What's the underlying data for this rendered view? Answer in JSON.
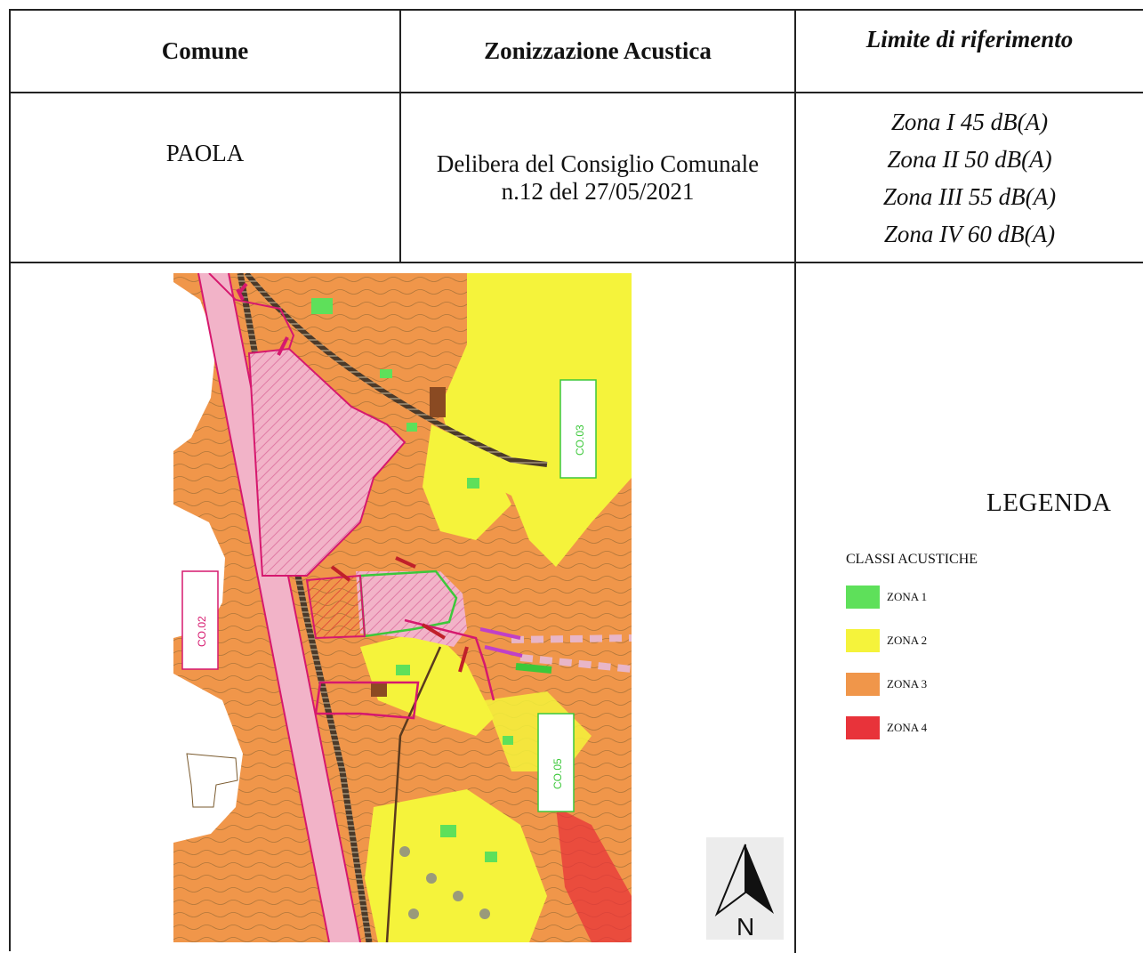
{
  "table": {
    "headers": {
      "comune": "Comune",
      "zonizzazione": "Zonizzazione Acustica",
      "limite": "Limite di riferimento"
    },
    "row": {
      "comune": "PAOLA",
      "delibera_line1": "Delibera del Consiglio Comunale",
      "delibera_line2": "n.12 del 27/05/2021",
      "limiti": [
        "Zona I 45 dB(A)",
        "Zona II 50 dB(A)",
        "Zona III 55 dB(A)",
        "Zona IV 60 dB(A)"
      ]
    }
  },
  "map": {
    "labels": [
      "CO.03",
      "CO.02",
      "CO.05"
    ],
    "compass_label": "N",
    "colors": {
      "zona_1": "#5ee05a",
      "zona_2": "#f5f33b",
      "zona_3": "#f0964a",
      "zona_4": "#e8333a",
      "project_area": "#f2b3c8",
      "project_outline": "#d6186e"
    }
  },
  "legend": {
    "title": "LEGENDA",
    "subtitle": "CLASSI ACUSTICHE",
    "items": [
      {
        "label": "ZONA 1",
        "color": "#5ee05a"
      },
      {
        "label": "ZONA 2",
        "color": "#f5f33b"
      },
      {
        "label": "ZONA 3",
        "color": "#f0964a"
      },
      {
        "label": "ZONA 4",
        "color": "#e8333a"
      }
    ]
  }
}
